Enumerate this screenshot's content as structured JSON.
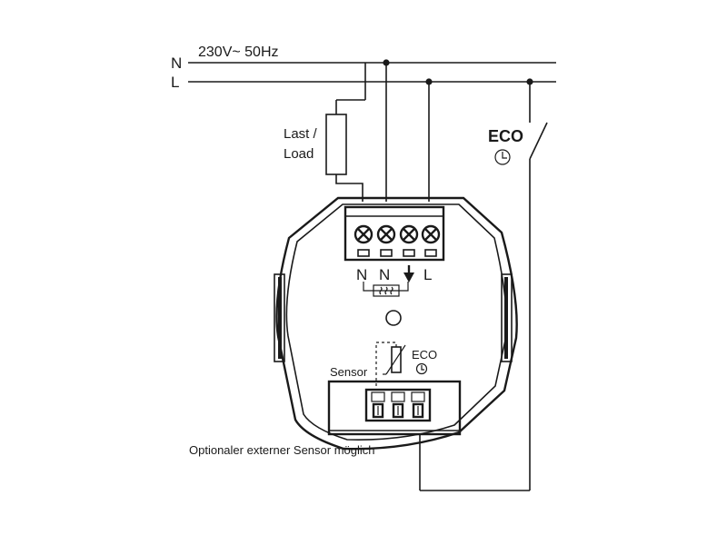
{
  "supply": {
    "label": "230V~ 50Hz",
    "line_n": "N",
    "line_l": "L"
  },
  "load": {
    "label_line1": "Last /",
    "label_line2": "Load"
  },
  "eco_switch": {
    "label": "ECO"
  },
  "terminals": {
    "labels": [
      "N",
      "N",
      "L"
    ]
  },
  "sensor": {
    "label": "Sensor",
    "eco_label": "ECO"
  },
  "caption": "Optionaler externer Sensor möglich"
}
